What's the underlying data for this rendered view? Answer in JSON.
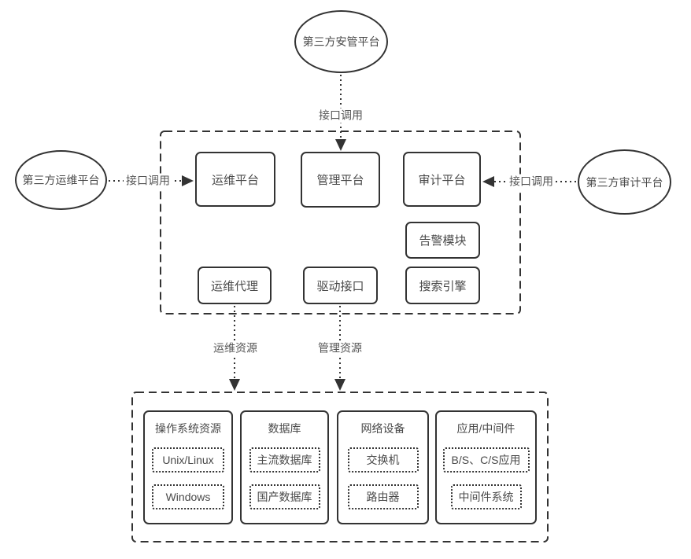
{
  "diagram": {
    "external_platforms": {
      "top": "第三方安管平台",
      "left": "第三方运维平台",
      "right": "第三方审计平台"
    },
    "modules": {
      "ops_platform": "运维平台",
      "mgmt_platform": "管理平台",
      "audit_platform": "审计平台",
      "alarm_module": "告警模块",
      "ops_agent": "运维代理",
      "driver_interface": "驱动接口",
      "search_engine": "搜索引擎"
    },
    "arrows": {
      "top_label": "接口调用",
      "left_label": "接口调用",
      "right_label": "接口调用",
      "ops_resource_label": "运维资源",
      "mgmt_resource_label": "管理资源"
    },
    "resource_groups": [
      {
        "title": "操作系统资源",
        "items": [
          "Unix/Linux",
          "Windows"
        ]
      },
      {
        "title": "数据库",
        "items": [
          "主流数据库",
          "国产数据库"
        ]
      },
      {
        "title": "网络设备",
        "items": [
          "交换机",
          "路由器"
        ]
      },
      {
        "title": "应用/中间件",
        "items": [
          "B/S、C/S应用",
          "中间件系统"
        ]
      }
    ],
    "colors": {
      "stroke": "#333333",
      "text": "#4a4a4a",
      "background": "#ffffff"
    }
  }
}
